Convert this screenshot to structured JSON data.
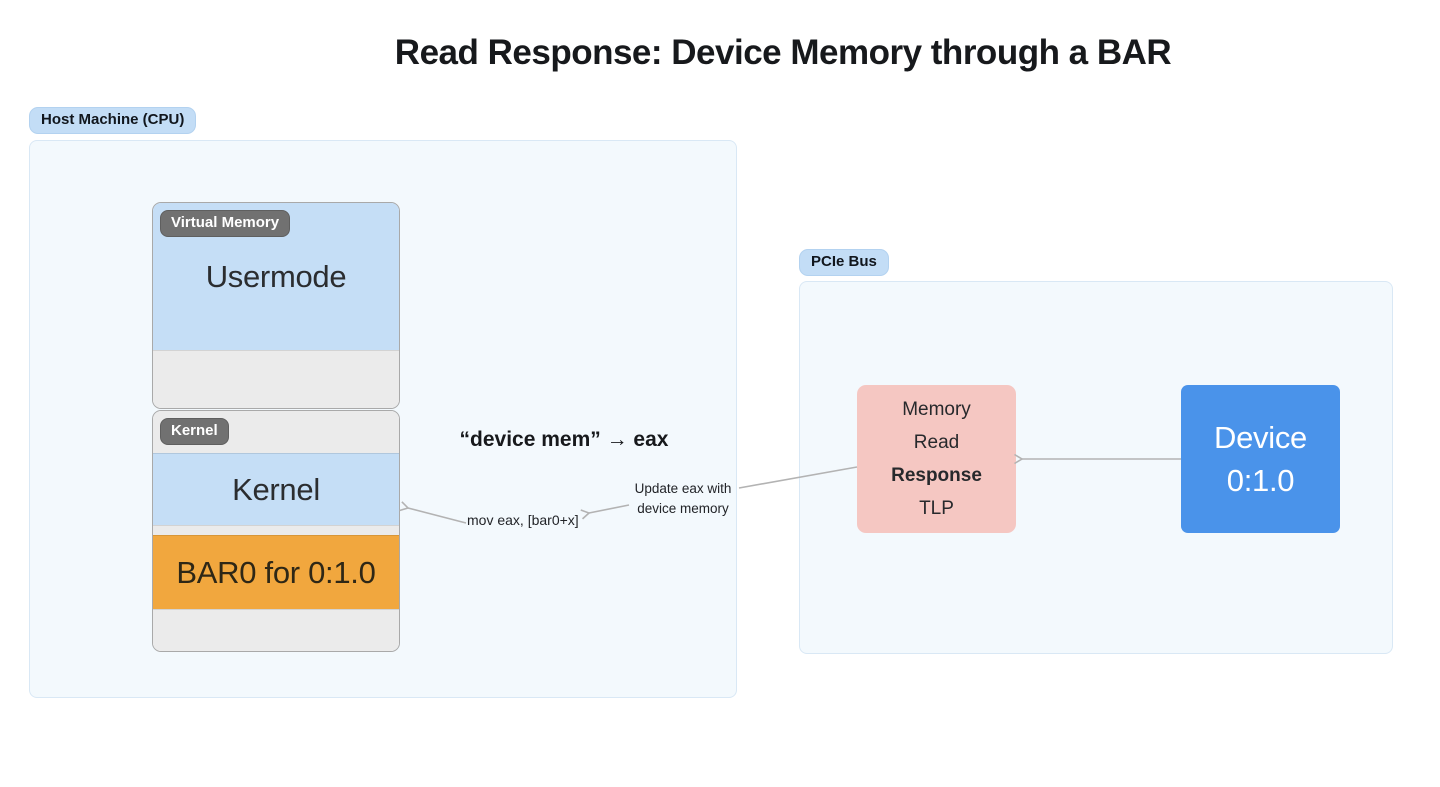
{
  "title": "Read Response: Device Memory through a BAR",
  "host": {
    "label": "Host Machine (CPU)",
    "memory_map": {
      "virtual_memory_tag": "Virtual Memory",
      "usermode_label": "Usermode",
      "kernel_tag": "Kernel",
      "kernel_label": "Kernel",
      "bar0_label": "BAR0 for 0:1.0"
    }
  },
  "pcie": {
    "label": "PCIe Bus",
    "tlp_box": {
      "line1": "Memory",
      "line2": "Read",
      "line3": "Response",
      "line4": "TLP"
    },
    "device_box": {
      "line1": "Device",
      "line2": "0:1.0"
    }
  },
  "annotations": {
    "register_result": "“device mem” → eax",
    "update_caption_line1": "Update eax with",
    "update_caption_line2": "device memory",
    "instruction": "mov eax, [bar0+x]"
  },
  "colors": {
    "usermode_blue": "#c5def6",
    "section_gray": "#ebebeb",
    "bar0_orange": "#f1a73e",
    "tlp_pink": "#f5c7c2",
    "device_blue": "#4a93ea",
    "tag_gray": "#717171",
    "group_label_blue": "#c3ddf6",
    "container_bg": "#f3f9fd",
    "container_border": "#d9e8f5",
    "arrow_gray": "#b3b3b3"
  }
}
